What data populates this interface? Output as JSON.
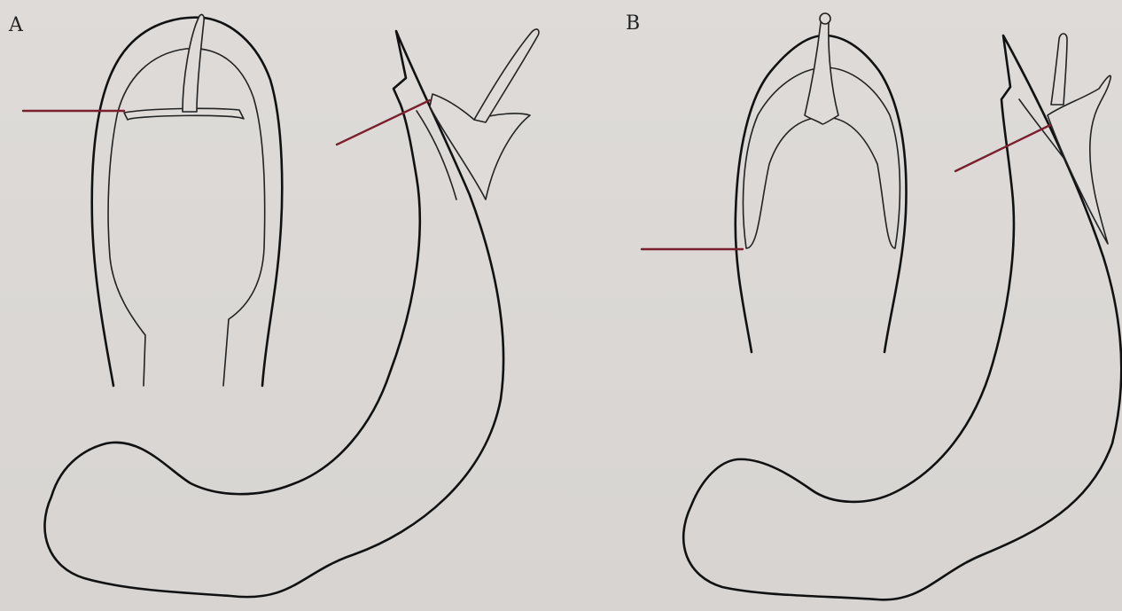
{
  "panels": [
    {
      "id": "A",
      "label": "A"
    },
    {
      "id": "B",
      "label": "B"
    }
  ],
  "colors": {
    "background": "#d9d6d3",
    "line_art": "#111111",
    "pointer_lines": "#7a1f2e"
  }
}
